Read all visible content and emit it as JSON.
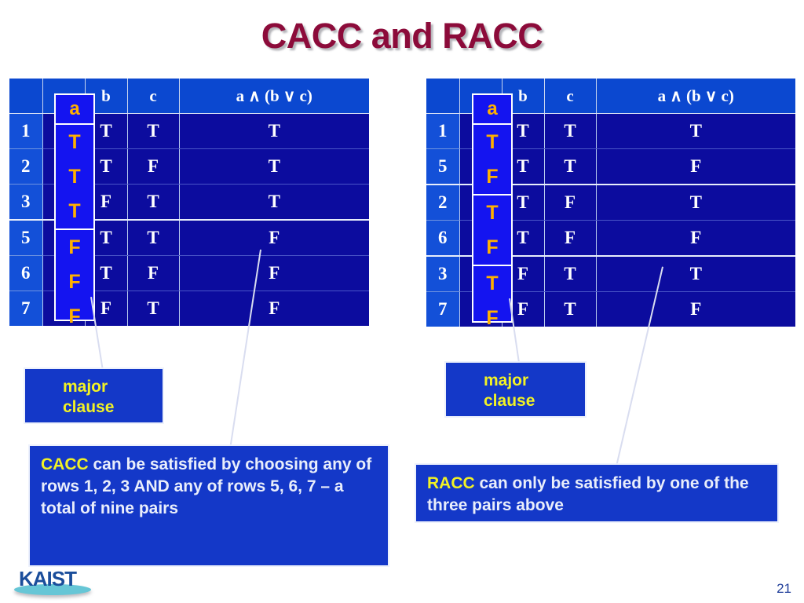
{
  "slide": {
    "title": "CACC and RACC",
    "page_number": "21",
    "logo_text": "KAIST",
    "accent_colors": {
      "title": "#8C0B3A",
      "header_blue": "#0B48D0",
      "body_blue": "#0C0C9E",
      "rownum_blue": "#1350D8",
      "highlight_blue": "#1414F0",
      "highlight_text": "#FFB000",
      "callout_blue": "#1438C8",
      "callout_yellow": "#F2F224",
      "page_number_color": "#23419B"
    }
  },
  "tables": {
    "left": {
      "name": "cacc-truth-table",
      "columns": [
        "",
        "a",
        "b",
        "c",
        "a ∧ (b ∨ c)"
      ],
      "rows": [
        {
          "n": "1",
          "a": "T",
          "b": "T",
          "c": "T",
          "result": "T",
          "group_end": false
        },
        {
          "n": "2",
          "a": "T",
          "b": "T",
          "c": "F",
          "result": "T",
          "group_end": false
        },
        {
          "n": "3",
          "a": "T",
          "b": "F",
          "c": "T",
          "result": "T",
          "group_end": true
        },
        {
          "n": "5",
          "a": "F",
          "b": "T",
          "c": "T",
          "result": "F",
          "group_end": false
        },
        {
          "n": "6",
          "a": "F",
          "b": "T",
          "c": "F",
          "result": "F",
          "group_end": false
        },
        {
          "n": "7",
          "a": "F",
          "b": "F",
          "c": "T",
          "result": "F",
          "group_end": false
        }
      ],
      "highlight": {
        "header": "a",
        "groups": [
          [
            "T",
            "T",
            "T"
          ],
          [
            "F",
            "F",
            "F"
          ]
        ]
      }
    },
    "right": {
      "name": "racc-truth-table",
      "columns": [
        "",
        "a",
        "b",
        "c",
        "a ∧ (b ∨ c)"
      ],
      "rows": [
        {
          "n": "1",
          "a": "T",
          "b": "T",
          "c": "T",
          "result": "T",
          "group_end": false
        },
        {
          "n": "5",
          "a": "F",
          "b": "T",
          "c": "T",
          "result": "F",
          "group_end": true
        },
        {
          "n": "2",
          "a": "T",
          "b": "T",
          "c": "F",
          "result": "T",
          "group_end": false
        },
        {
          "n": "6",
          "a": "F",
          "b": "T",
          "c": "F",
          "result": "F",
          "group_end": true
        },
        {
          "n": "3",
          "a": "T",
          "b": "F",
          "c": "T",
          "result": "T",
          "group_end": false
        },
        {
          "n": "7",
          "a": "F",
          "b": "F",
          "c": "T",
          "result": "F",
          "group_end": false
        }
      ],
      "highlight": {
        "header": "a",
        "groups": [
          [
            "T",
            "F"
          ],
          [
            "T",
            "F"
          ],
          [
            "T",
            "F"
          ]
        ]
      }
    }
  },
  "callouts": {
    "major_left": {
      "line1": "major",
      "line2": "clause"
    },
    "major_right": {
      "line1": "major",
      "line2": "clause"
    },
    "note_left": {
      "highlight": "CACC",
      "text": " can be satisfied by choosing any of rows 1, 2, 3 AND any of rows 5, 6, 7 – a total of nine pairs"
    },
    "note_right": {
      "highlight": "RACC",
      "text": " can only be satisfied by one of the three pairs above"
    }
  }
}
